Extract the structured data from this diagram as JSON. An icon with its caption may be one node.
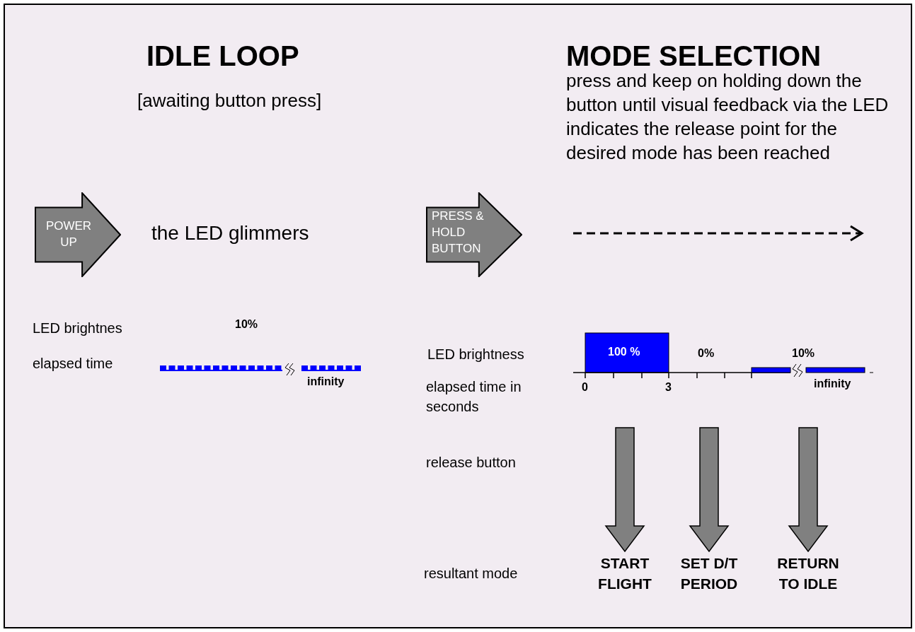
{
  "diagram": {
    "nodes": [
      {
        "text": [
          "POWER UP"
        ]
      },
      {
        "text": [
          "PRESS & HOLD BUTTON"
        ]
      },
      {
        "text": [
          "START FLIGHT"
        ]
      },
      {
        "text": [
          "SET D/T PERIOD"
        ]
      },
      {
        "text": [
          "RETURN TO IDLE"
        ]
      }
    ],
    "edges": [
      {
        "from": null,
        "to": 2,
        "arrow": "to",
        "style": "thick"
      },
      {
        "from": null,
        "to": 3,
        "arrow": "to",
        "style": "thick"
      },
      {
        "from": null,
        "to": 4,
        "arrow": "to",
        "style": "thick"
      }
    ],
    "labels": [
      "IDLE LOOP",
      "[awaiting button press]",
      "MODE SELECTION",
      "press and keep on holding down the button until visual feedback via the LED indicates the release point for the desired mode has been reached",
      "the LED glimmers",
      "LED brightnes",
      "10%",
      "elapsed time",
      "infinity",
      "LED brightness",
      "100 %",
      "0%",
      "10%",
      "elapsed time in seconds",
      "0",
      "3",
      "infinity",
      "release button",
      "resultant mode"
    ]
  }
}
